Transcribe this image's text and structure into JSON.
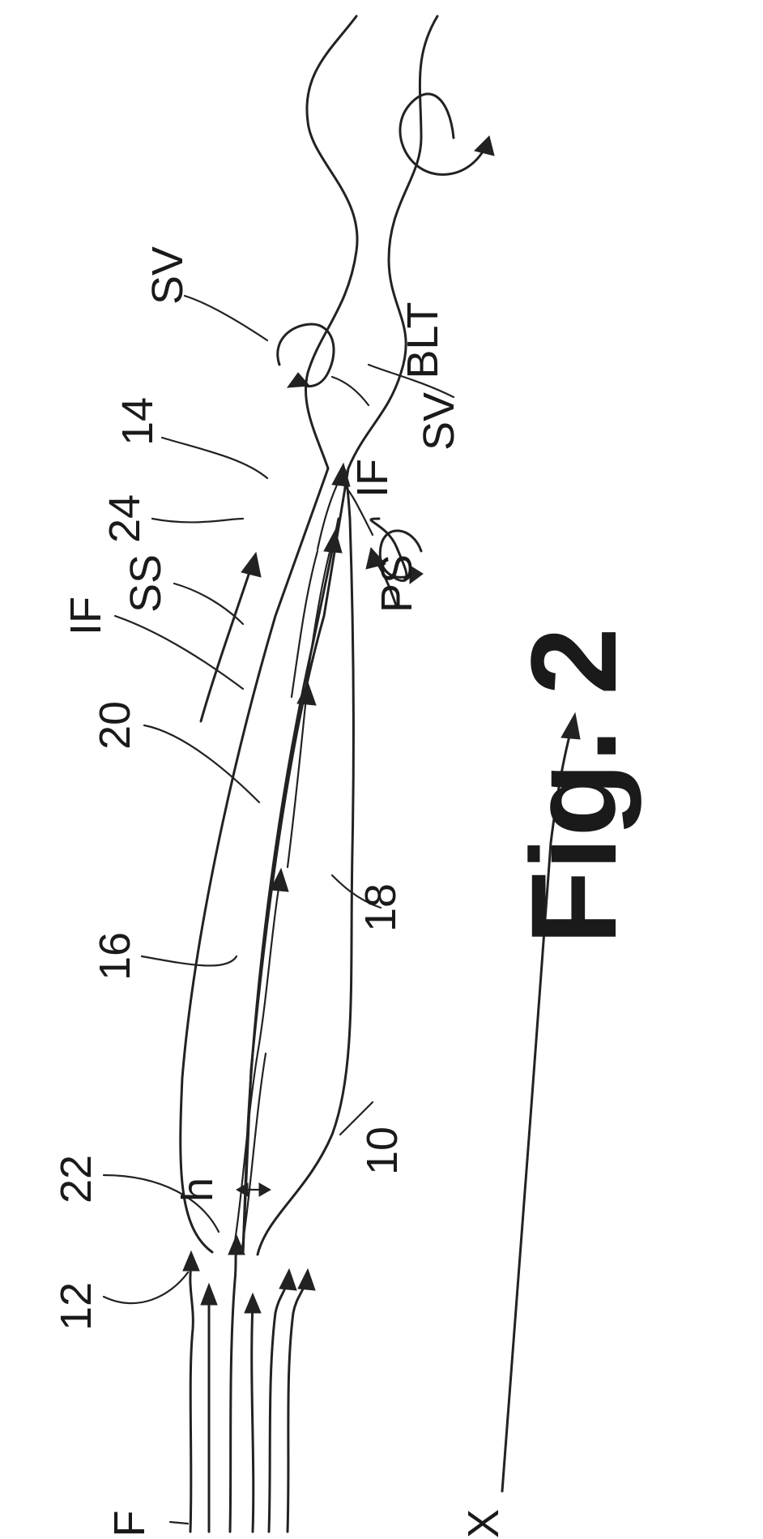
{
  "figure": {
    "caption": "Fig. 2",
    "labels": {
      "F": "F",
      "X": "X",
      "n12": "12",
      "n22": "22",
      "h": "h",
      "n10": "10",
      "n16": "16",
      "n18": "18",
      "n20": "20",
      "IF_main": "IF",
      "SS": "SS",
      "PS": "PS",
      "n24": "24",
      "IF_tip": "IF",
      "n14": "14",
      "SV_lower": "SV",
      "BLT": "BLT",
      "SV_upper": "SV"
    }
  }
}
